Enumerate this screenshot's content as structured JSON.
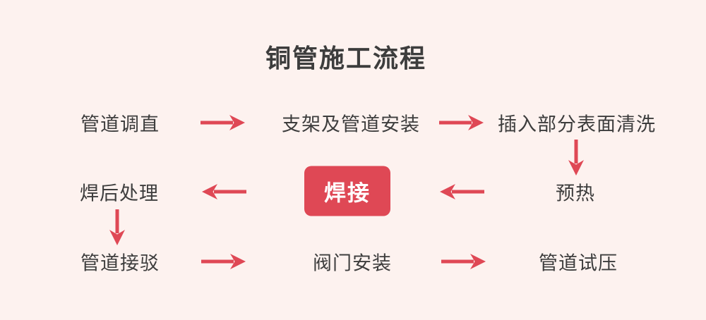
{
  "title": "铜管施工流程",
  "colors": {
    "accent": "#df4855",
    "background": "#fdf2ef",
    "text": "#3d3d3d",
    "highlight_text": "#ffffff"
  },
  "steps": [
    {
      "label": "管道调直"
    },
    {
      "label": "支架及管道安装"
    },
    {
      "label": "插入部分表面清洗"
    },
    {
      "label": "预热"
    },
    {
      "label": "焊接",
      "highlighted": true
    },
    {
      "label": "焊后处理"
    },
    {
      "label": "管道接驳"
    },
    {
      "label": "阀门安装"
    },
    {
      "label": "管道试压"
    }
  ]
}
